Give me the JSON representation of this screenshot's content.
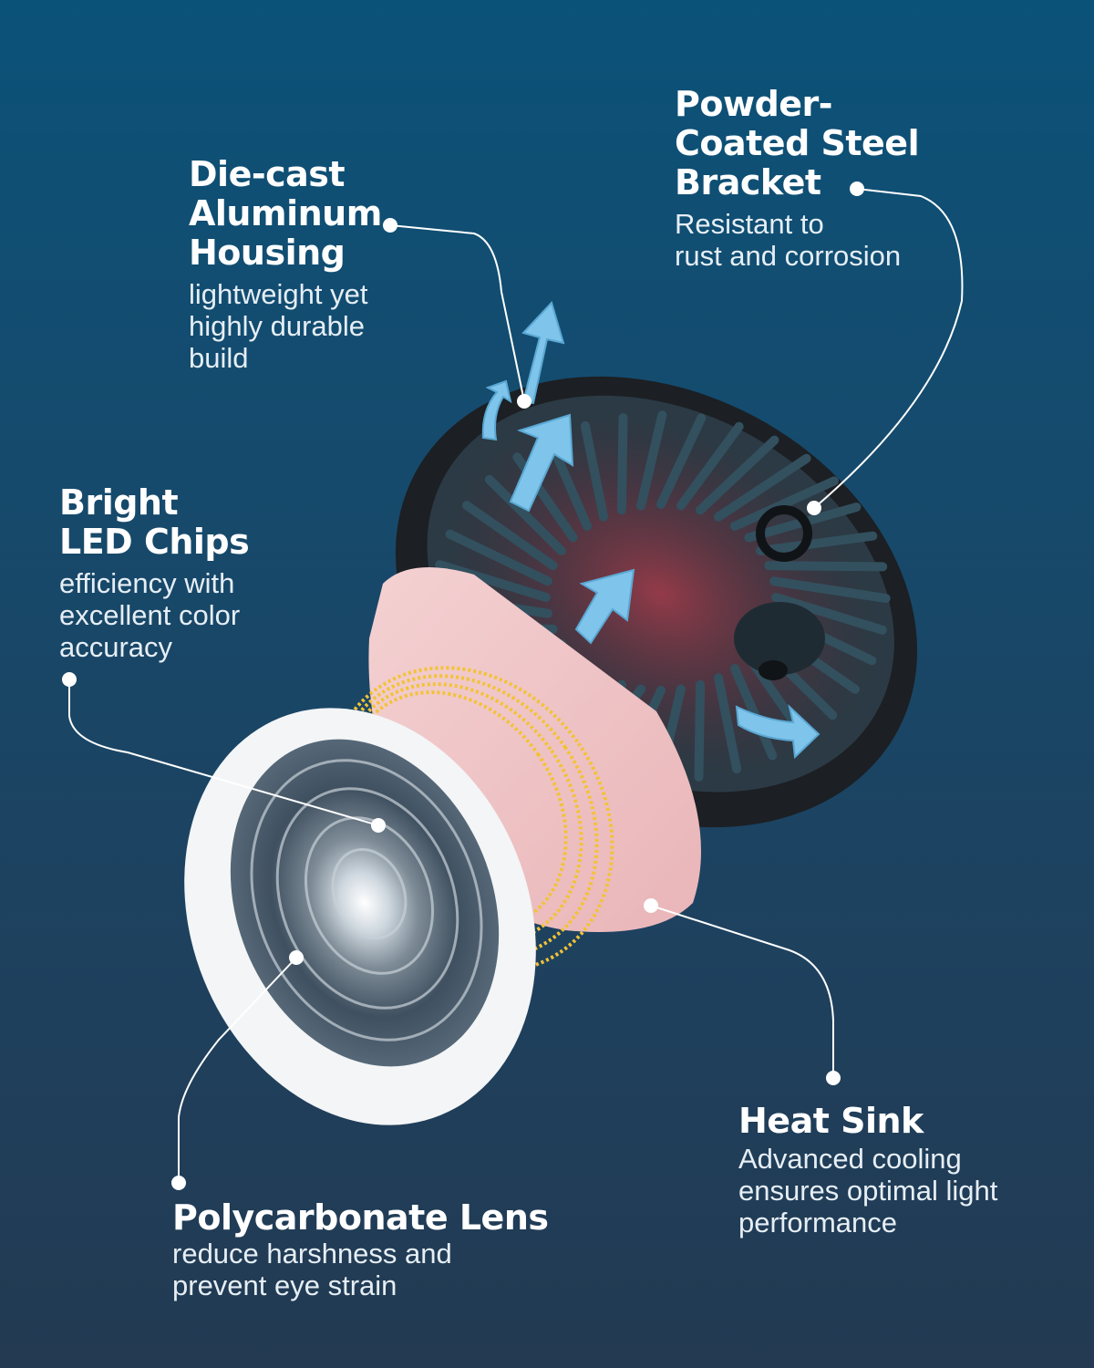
{
  "colors": {
    "background_top": "#0b5279",
    "background_bottom": "#233a52",
    "heat_accent": "#d23a4a",
    "airflow_arrow": "#7fc4ea",
    "led_coil": "#f2c335",
    "heat_sink_pad": "#f1c7c8"
  },
  "callouts": {
    "housing": {
      "title_lines": [
        "Die-cast",
        "Aluminum",
        "Housing"
      ],
      "desc_lines": [
        "lightweight yet",
        "highly durable",
        "build"
      ]
    },
    "bracket": {
      "title_lines": [
        "Powder-",
        "Coated Steel",
        "Bracket"
      ],
      "desc_lines": [
        "Resistant to",
        "rust and corrosion"
      ]
    },
    "led": {
      "title_lines": [
        "Bright",
        "LED Chips"
      ],
      "desc_lines": [
        "efficiency with",
        "excellent color",
        "accuracy"
      ]
    },
    "lens": {
      "title_lines": [
        "Polycarbonate Lens"
      ],
      "desc_lines": [
        "reduce harshness and",
        "prevent eye strain"
      ]
    },
    "heatsink": {
      "title_lines": [
        "Heat Sink"
      ],
      "desc_lines": [
        "Advanced cooling",
        "ensures optimal light",
        "performance"
      ]
    }
  }
}
